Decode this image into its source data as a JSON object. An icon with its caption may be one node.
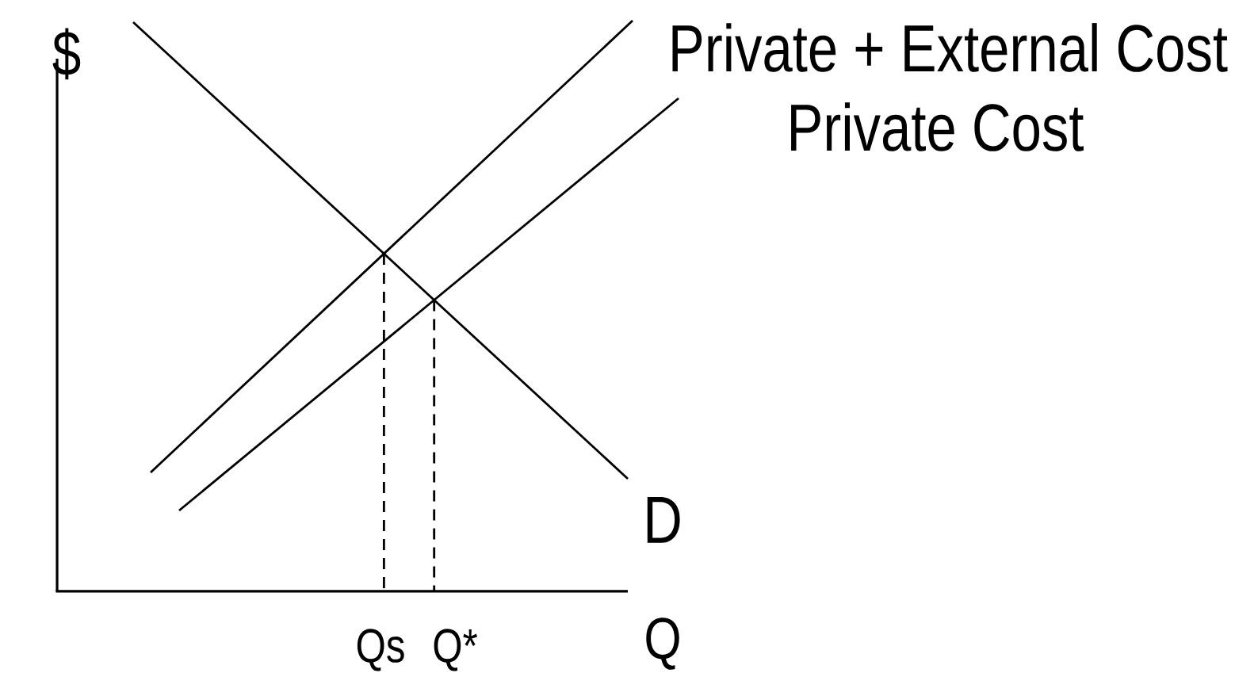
{
  "diagram": {
    "labels": [
      "$",
      "Private + External Cost",
      "Private Cost",
      "D",
      "Qs",
      "Q*",
      "Q"
    ]
  }
}
